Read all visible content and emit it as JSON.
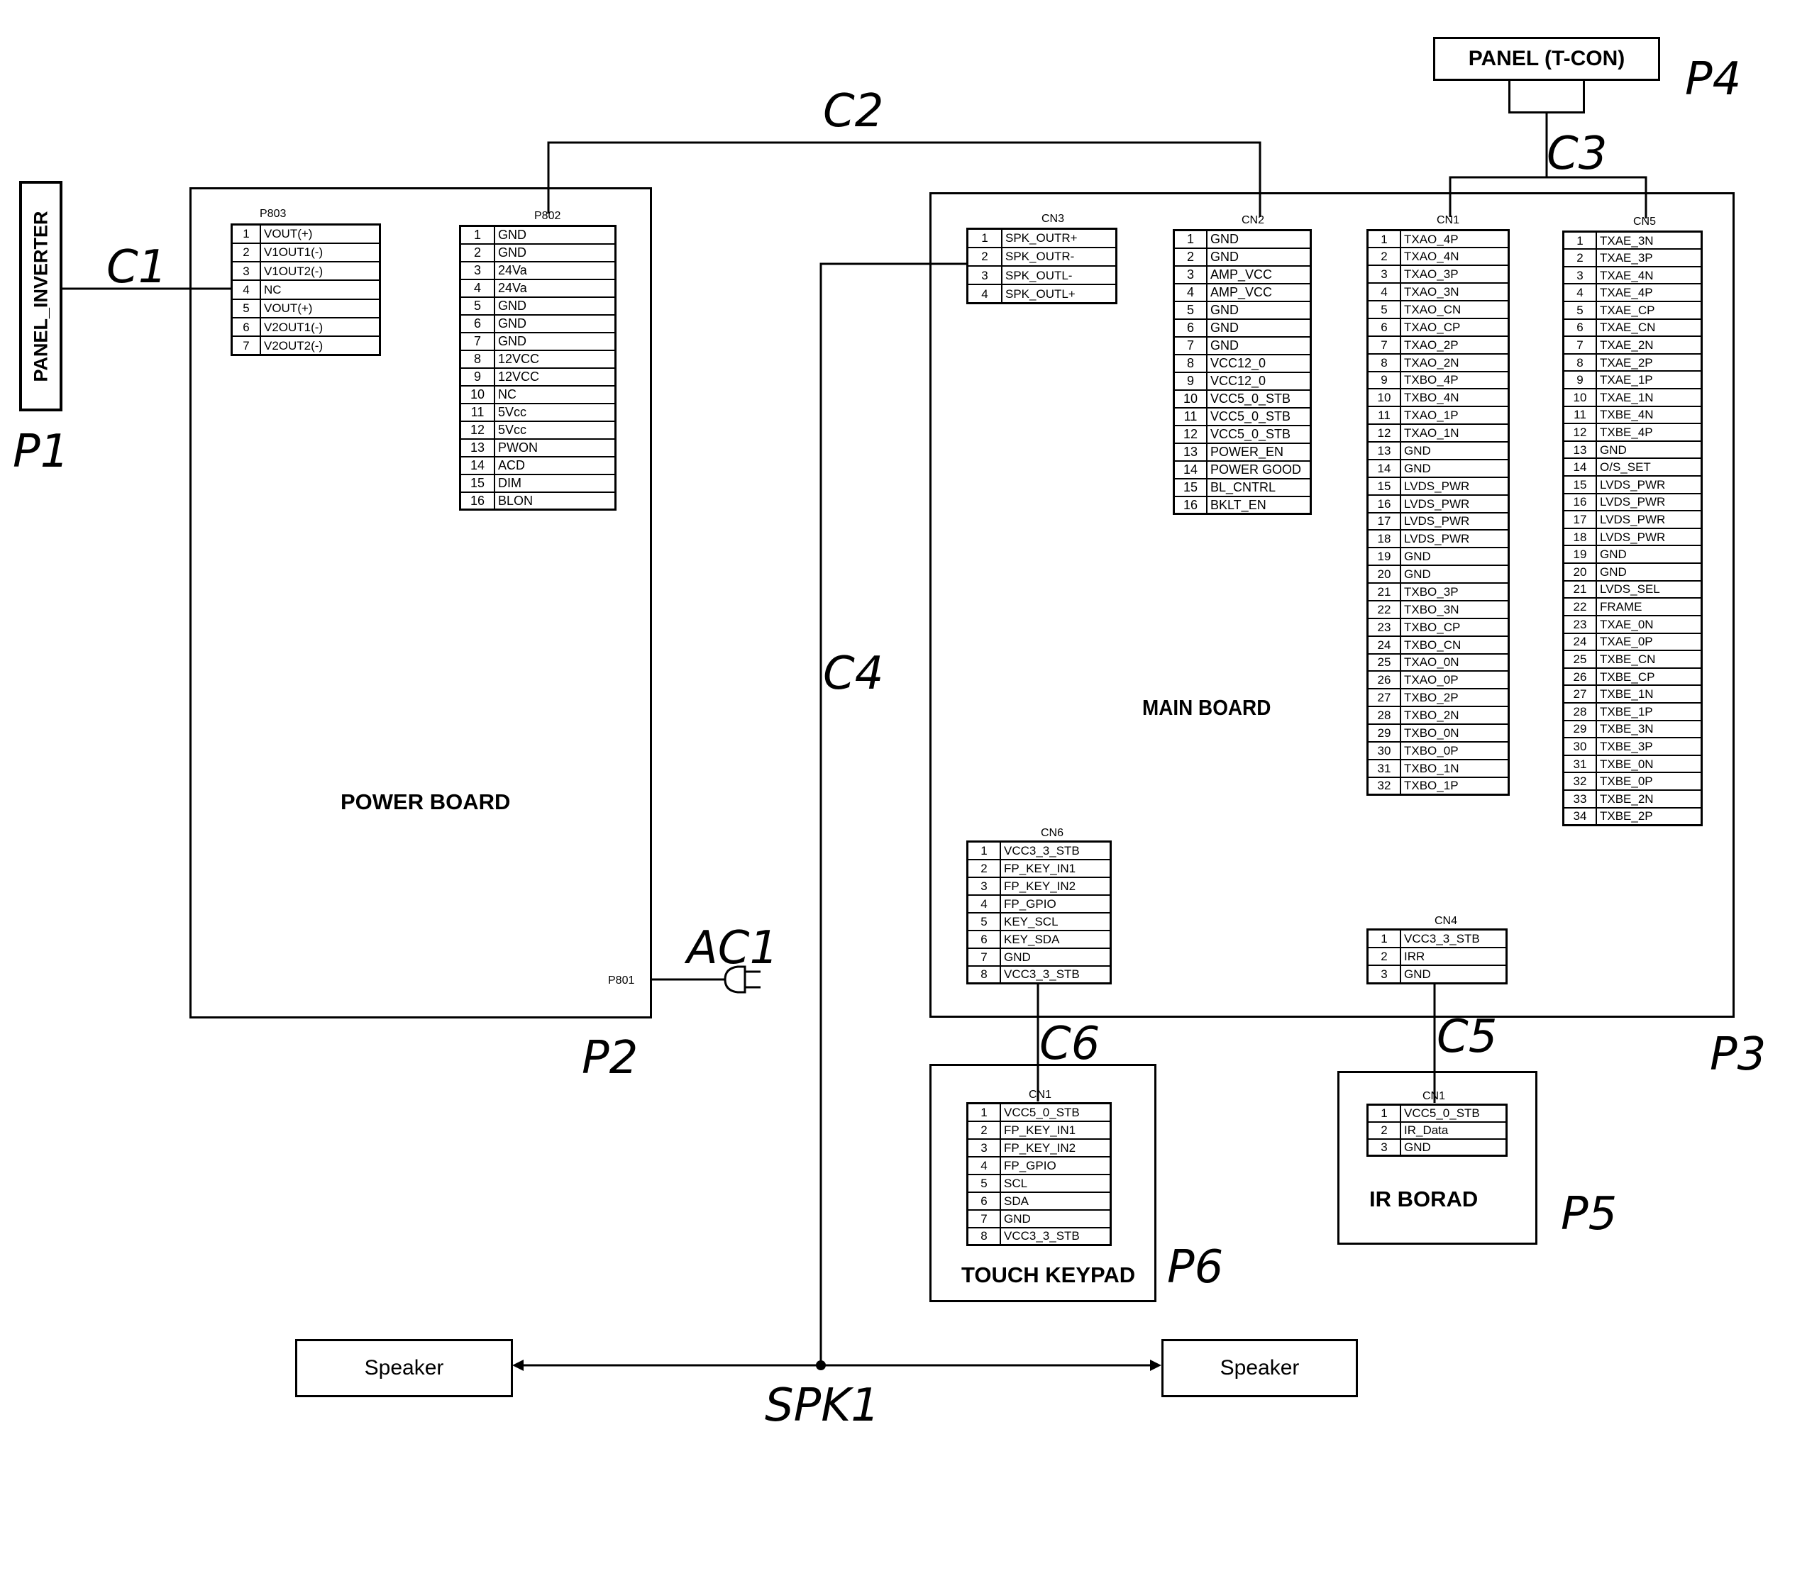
{
  "boards": {
    "power": "POWER BOARD",
    "main": "MAIN BOARD",
    "keypad": "TOUCH KEYPAD",
    "ir": "IR BORAD",
    "panel_tcon": "PANEL (T-CON)",
    "panel_inverter": "PANEL_INVERTER"
  },
  "connectors": {
    "p803": {
      "label": "P803",
      "pins": [
        [
          "1",
          "VOUT(+)"
        ],
        [
          "2",
          "V1OUT1(-)"
        ],
        [
          "3",
          "V1OUT2(-)"
        ],
        [
          "4",
          "NC"
        ],
        [
          "5",
          "VOUT(+)"
        ],
        [
          "6",
          "V2OUT1(-)"
        ],
        [
          "7",
          "V2OUT2(-)"
        ]
      ]
    },
    "p802": {
      "label": "P802",
      "pins": [
        [
          "1",
          "GND"
        ],
        [
          "2",
          "GND"
        ],
        [
          "3",
          "24Va"
        ],
        [
          "4",
          "24Va"
        ],
        [
          "5",
          "GND"
        ],
        [
          "6",
          "GND"
        ],
        [
          "7",
          "GND"
        ],
        [
          "8",
          "12VCC"
        ],
        [
          "9",
          "12VCC"
        ],
        [
          "10",
          "NC"
        ],
        [
          "11",
          "5Vcc"
        ],
        [
          "12",
          "5Vcc"
        ],
        [
          "13",
          "PWON"
        ],
        [
          "14",
          "ACD"
        ],
        [
          "15",
          "DIM"
        ],
        [
          "16",
          "BLON"
        ]
      ]
    },
    "p801": {
      "label": "P801"
    },
    "cn3": {
      "label": "CN3",
      "pins": [
        [
          "1",
          "SPK_OUTR+"
        ],
        [
          "2",
          "SPK_OUTR-"
        ],
        [
          "3",
          "SPK_OUTL-"
        ],
        [
          "4",
          "SPK_OUTL+"
        ]
      ]
    },
    "cn2": {
      "label": "CN2",
      "pins": [
        [
          "1",
          "GND"
        ],
        [
          "2",
          "GND"
        ],
        [
          "3",
          "AMP_VCC"
        ],
        [
          "4",
          "AMP_VCC"
        ],
        [
          "5",
          "GND"
        ],
        [
          "6",
          "GND"
        ],
        [
          "7",
          "GND"
        ],
        [
          "8",
          "VCC12_0"
        ],
        [
          "9",
          "VCC12_0"
        ],
        [
          "10",
          "VCC5_0_STB"
        ],
        [
          "11",
          "VCC5_0_STB"
        ],
        [
          "12",
          "VCC5_0_STB"
        ],
        [
          "13",
          "POWER_EN"
        ],
        [
          "14",
          "POWER GOOD"
        ],
        [
          "15",
          "BL_CNTRL"
        ],
        [
          "16",
          "BKLT_EN"
        ]
      ]
    },
    "cn1_main": {
      "label": "CN1",
      "pins": [
        [
          "1",
          "TXAO_4P"
        ],
        [
          "2",
          "TXAO_4N"
        ],
        [
          "3",
          "TXAO_3P"
        ],
        [
          "4",
          "TXAO_3N"
        ],
        [
          "5",
          "TXAO_CN"
        ],
        [
          "6",
          "TXAO_CP"
        ],
        [
          "7",
          "TXAO_2P"
        ],
        [
          "8",
          "TXAO_2N"
        ],
        [
          "9",
          "TXBO_4P"
        ],
        [
          "10",
          "TXBO_4N"
        ],
        [
          "11",
          "TXAO_1P"
        ],
        [
          "12",
          "TXAO_1N"
        ],
        [
          "13",
          "GND"
        ],
        [
          "14",
          "GND"
        ],
        [
          "15",
          "LVDS_PWR"
        ],
        [
          "16",
          "LVDS_PWR"
        ],
        [
          "17",
          "LVDS_PWR"
        ],
        [
          "18",
          "LVDS_PWR"
        ],
        [
          "19",
          "GND"
        ],
        [
          "20",
          "GND"
        ],
        [
          "21",
          "TXBO_3P"
        ],
        [
          "22",
          "TXBO_3N"
        ],
        [
          "23",
          "TXBO_CP"
        ],
        [
          "24",
          "TXBO_CN"
        ],
        [
          "25",
          "TXAO_0N"
        ],
        [
          "26",
          "TXAO_0P"
        ],
        [
          "27",
          "TXBO_2P"
        ],
        [
          "28",
          "TXBO_2N"
        ],
        [
          "29",
          "TXBO_0N"
        ],
        [
          "30",
          "TXBO_0P"
        ],
        [
          "31",
          "TXBO_1N"
        ],
        [
          "32",
          "TXBO_1P"
        ]
      ]
    },
    "cn5": {
      "label": "CN5",
      "pins": [
        [
          "1",
          "TXAE_3N"
        ],
        [
          "2",
          "TXAE_3P"
        ],
        [
          "3",
          "TXAE_4N"
        ],
        [
          "4",
          "TXAE_4P"
        ],
        [
          "5",
          "TXAE_CP"
        ],
        [
          "6",
          "TXAE_CN"
        ],
        [
          "7",
          "TXAE_2N"
        ],
        [
          "8",
          "TXAE_2P"
        ],
        [
          "9",
          "TXAE_1P"
        ],
        [
          "10",
          "TXAE_1N"
        ],
        [
          "11",
          "TXBE_4N"
        ],
        [
          "12",
          "TXBE_4P"
        ],
        [
          "13",
          "GND"
        ],
        [
          "14",
          "O/S_SET"
        ],
        [
          "15",
          "LVDS_PWR"
        ],
        [
          "16",
          "LVDS_PWR"
        ],
        [
          "17",
          "LVDS_PWR"
        ],
        [
          "18",
          "LVDS_PWR"
        ],
        [
          "19",
          "GND"
        ],
        [
          "20",
          "GND"
        ],
        [
          "21",
          "LVDS_SEL"
        ],
        [
          "22",
          "FRAME"
        ],
        [
          "23",
          "TXAE_0N"
        ],
        [
          "24",
          "TXAE_0P"
        ],
        [
          "25",
          "TXBE_CN"
        ],
        [
          "26",
          "TXBE_CP"
        ],
        [
          "27",
          "TXBE_1N"
        ],
        [
          "28",
          "TXBE_1P"
        ],
        [
          "29",
          "TXBE_3N"
        ],
        [
          "30",
          "TXBE_3P"
        ],
        [
          "31",
          "TXBE_0N"
        ],
        [
          "32",
          "TXBE_0P"
        ],
        [
          "33",
          "TXBE_2N"
        ],
        [
          "34",
          "TXBE_2P"
        ]
      ]
    },
    "cn6": {
      "label": "CN6",
      "pins": [
        [
          "1",
          "VCC3_3_STB"
        ],
        [
          "2",
          "FP_KEY_IN1"
        ],
        [
          "3",
          "FP_KEY_IN2"
        ],
        [
          "4",
          "FP_GPIO"
        ],
        [
          "5",
          "KEY_SCL"
        ],
        [
          "6",
          "KEY_SDA"
        ],
        [
          "7",
          "GND"
        ],
        [
          "8",
          "VCC3_3_STB"
        ]
      ]
    },
    "cn4": {
      "label": "CN4",
      "pins": [
        [
          "1",
          "VCC3_3_STB"
        ],
        [
          "2",
          "IRR"
        ],
        [
          "3",
          "GND"
        ]
      ]
    },
    "cn1_keypad": {
      "label": "CN1",
      "pins": [
        [
          "1",
          "VCC5_0_STB"
        ],
        [
          "2",
          "FP_KEY_IN1"
        ],
        [
          "3",
          "FP_KEY_IN2"
        ],
        [
          "4",
          "FP_GPIO"
        ],
        [
          "5",
          "SCL"
        ],
        [
          "6",
          "SDA"
        ],
        [
          "7",
          "GND"
        ],
        [
          "8",
          "VCC3_3_STB"
        ]
      ]
    },
    "cn1_ir": {
      "label": "CN1",
      "pins": [
        [
          "1",
          "VCC5_0_STB"
        ],
        [
          "2",
          "IR_Data"
        ],
        [
          "3",
          "GND"
        ]
      ]
    }
  },
  "speakers": {
    "left": "Speaker",
    "right": "Speaker"
  },
  "handwritten": {
    "p1": "P1",
    "p2": "P2",
    "p3": "P3",
    "p4": "P4",
    "p5": "P5",
    "p6": "P6",
    "c1": "C1",
    "c2": "C2",
    "c3": "C3",
    "c4": "C4",
    "c5": "C5",
    "c6": "C6",
    "ac1": "AC1",
    "spk1": "SPK1"
  }
}
